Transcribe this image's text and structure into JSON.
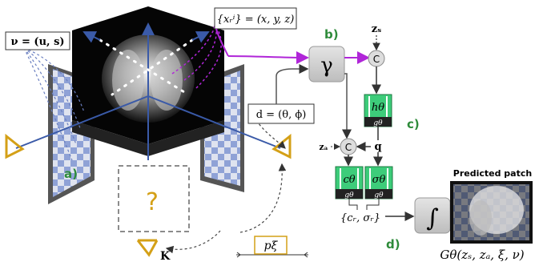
{
  "labels": {
    "a": "a)",
    "b": "b)",
    "c": "c)",
    "d": "d)"
  },
  "nu_box": "ν = (u, s)",
  "points_box": "{xᵣⁱ} = (x, y, z)",
  "dir_box": "d = (θ, ϕ)",
  "question": "?",
  "camera_k": "K",
  "p_xi": "pξ",
  "gamma": "γ",
  "concat": "C",
  "zs": "zₛ",
  "za": "zₐ",
  "h_theta": "hθ",
  "g_theta": "gθ",
  "q": "q",
  "c_theta": "cθ",
  "sigma_theta": "σθ",
  "outputs": "{cᵣ, σᵣ}",
  "integral": "∫",
  "predicted_patch_title": "Predicted patch",
  "generator_formula": "Gθ(zₛ, zₐ, ξ, ν)",
  "colors": {
    "purple": "#b026d8",
    "blue": "#3a5aa8",
    "green": "#2e8b3a",
    "netgreen": "#3dcc7a",
    "gold": "#d4a017"
  }
}
